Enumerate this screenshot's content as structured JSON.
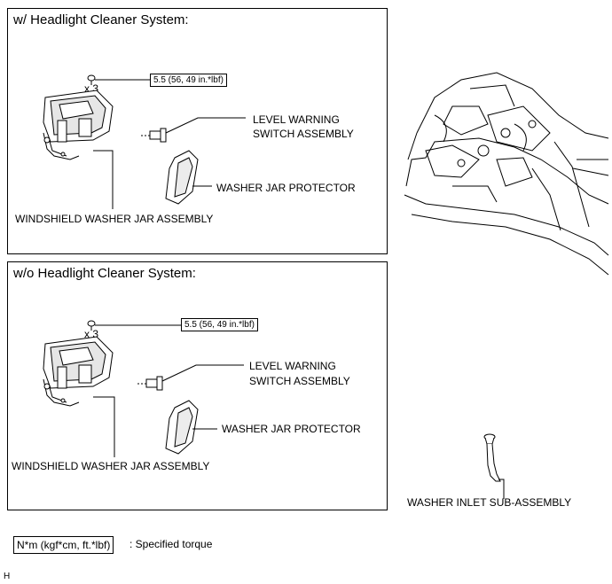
{
  "panels": [
    {
      "title": "w/ Headlight Cleaner System:",
      "torque": "5.5 (56, 49 in.*lbf)",
      "qty": "x 3",
      "level_switch": [
        "LEVEL WARNING",
        "SWITCH ASSEMBLY"
      ],
      "protector": "WASHER JAR PROTECTOR",
      "jar": "WINDSHIELD WASHER JAR ASSEMBLY"
    },
    {
      "title": "w/o Headlight Cleaner System:",
      "torque": "5.5 (56, 49 in.*lbf)",
      "qty": "x 3",
      "level_switch": [
        "LEVEL WARNING",
        "SWITCH ASSEMBLY"
      ],
      "protector": "WASHER JAR PROTECTOR",
      "jar": "WINDSHIELD WASHER JAR ASSEMBLY"
    }
  ],
  "inlet": "WASHER INLET SUB-ASSEMBLY",
  "legend": {
    "unit": "N*m (kgf*cm, ft.*lbf)",
    "desc": ": Specified torque"
  },
  "figure_id": "H"
}
